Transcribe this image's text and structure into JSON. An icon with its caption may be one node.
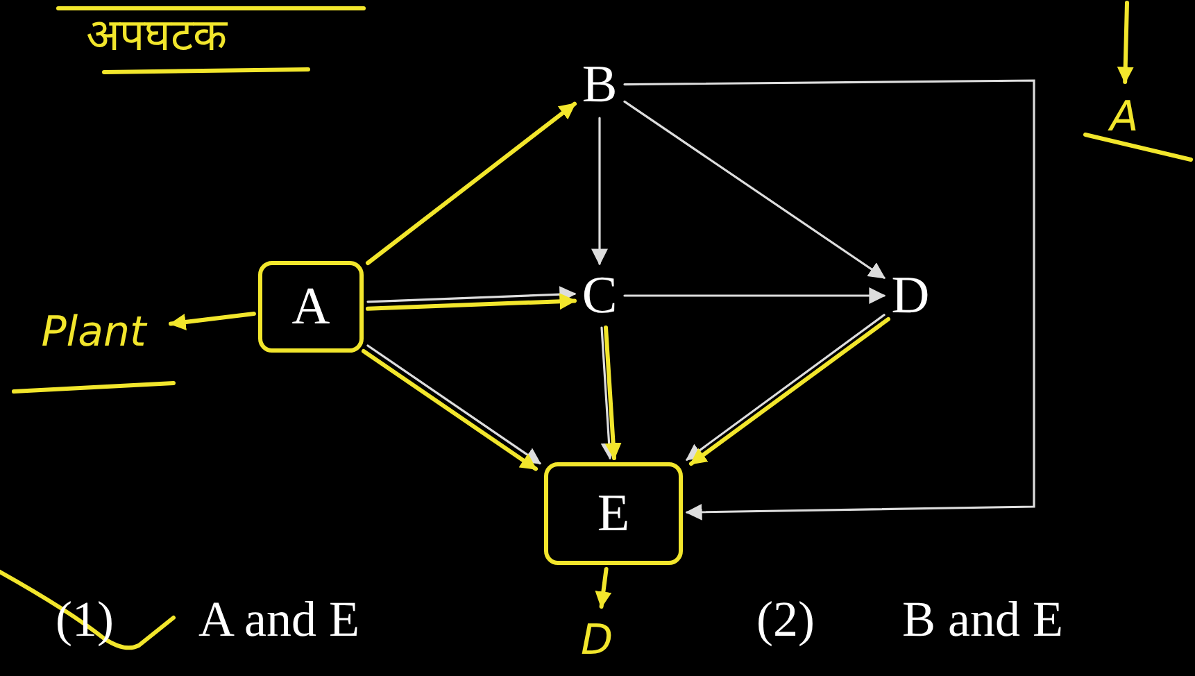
{
  "diagram": {
    "title": "अपघटक",
    "nodes": [
      {
        "text": [
          "B"
        ]
      },
      {
        "text": [
          "A"
        ]
      },
      {
        "text": [
          "C"
        ]
      },
      {
        "text": [
          "D"
        ]
      },
      {
        "text": [
          "E"
        ]
      },
      {
        "text": [
          "Plant"
        ]
      },
      {
        "text": [
          "D"
        ]
      },
      {
        "text": [
          "A"
        ]
      }
    ],
    "edges": [
      {
        "from": 0,
        "to": 2,
        "arrow": "to"
      },
      {
        "from": 0,
        "to": 3,
        "arrow": "to"
      },
      {
        "from": 2,
        "to": 3,
        "arrow": "to"
      },
      {
        "from": 1,
        "to": 2,
        "arrow": "to"
      },
      {
        "from": 2,
        "to": 4,
        "arrow": "to"
      },
      {
        "from": 3,
        "to": 4,
        "arrow": "to"
      },
      {
        "from": 1,
        "to": 4,
        "arrow": "to"
      },
      {
        "from": 0,
        "to": 4,
        "arrow": "to"
      },
      {
        "from": 1,
        "to": 2,
        "arrow": "to",
        "color": "#f2e62c"
      },
      {
        "from": 2,
        "to": 4,
        "arrow": "to",
        "color": "#f2e62c"
      },
      {
        "from": 3,
        "to": 4,
        "arrow": "to",
        "color": "#f2e62c"
      },
      {
        "from": 1,
        "to": 4,
        "arrow": "to",
        "color": "#f2e62c"
      },
      {
        "from": 1,
        "to": 0,
        "arrow": "to",
        "color": "#f2e62c"
      },
      {
        "from": 1,
        "to": 5,
        "arrow": "to",
        "color": "#f2e62c"
      },
      {
        "from": 4,
        "to": 6,
        "arrow": "to",
        "color": "#f2e62c"
      },
      {
        "from": null,
        "to": 7,
        "arrow": "to",
        "color": "#f2e62c"
      }
    ],
    "labels": [
      "(1)",
      "A and E",
      "(2)",
      "B and E"
    ]
  }
}
